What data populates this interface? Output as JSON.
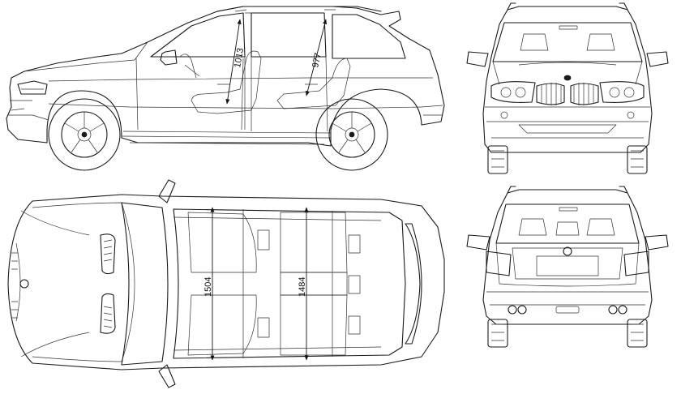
{
  "views": {
    "side": {
      "dims": {
        "front_headroom": "1013",
        "rear_headroom": "977"
      }
    },
    "top": {
      "dims": {
        "front_shoulder": "1504",
        "rear_shoulder": "1484"
      }
    },
    "front": {},
    "rear": {}
  },
  "colors": {
    "line": "#1a1a1a",
    "background": "#ffffff"
  }
}
